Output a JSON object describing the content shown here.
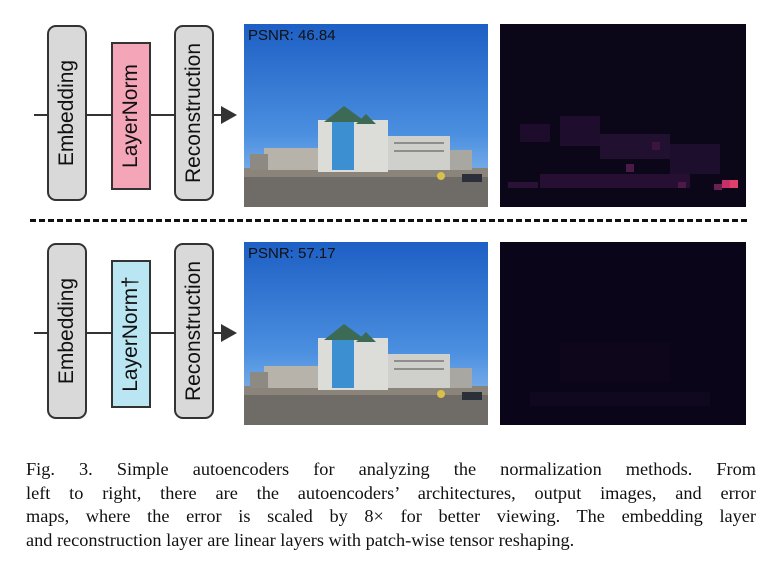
{
  "rows": [
    {
      "blocks": [
        "Embedding",
        "LayerNorm",
        "Reconstruction"
      ],
      "psnr": "PSNR: 46.84",
      "colors": {
        "middle": "#f4a6b8"
      }
    },
    {
      "blocks": [
        "Embedding",
        "LayerNorm†",
        "Reconstruction"
      ],
      "psnr": "PSNR: 57.17",
      "colors": {
        "middle": "#b9e6f2"
      }
    }
  ],
  "caption": {
    "lines": [
      "Fig. 3.   Simple autoencoders for analyzing the normalization methods. From",
      "left to right, there are the autoencoders’ architectures, output images, and error",
      "maps, where the error is scaled by 8× for better viewing. The embedding layer",
      "and reconstruction layer are linear layers with patch-wise tensor reshaping."
    ]
  }
}
